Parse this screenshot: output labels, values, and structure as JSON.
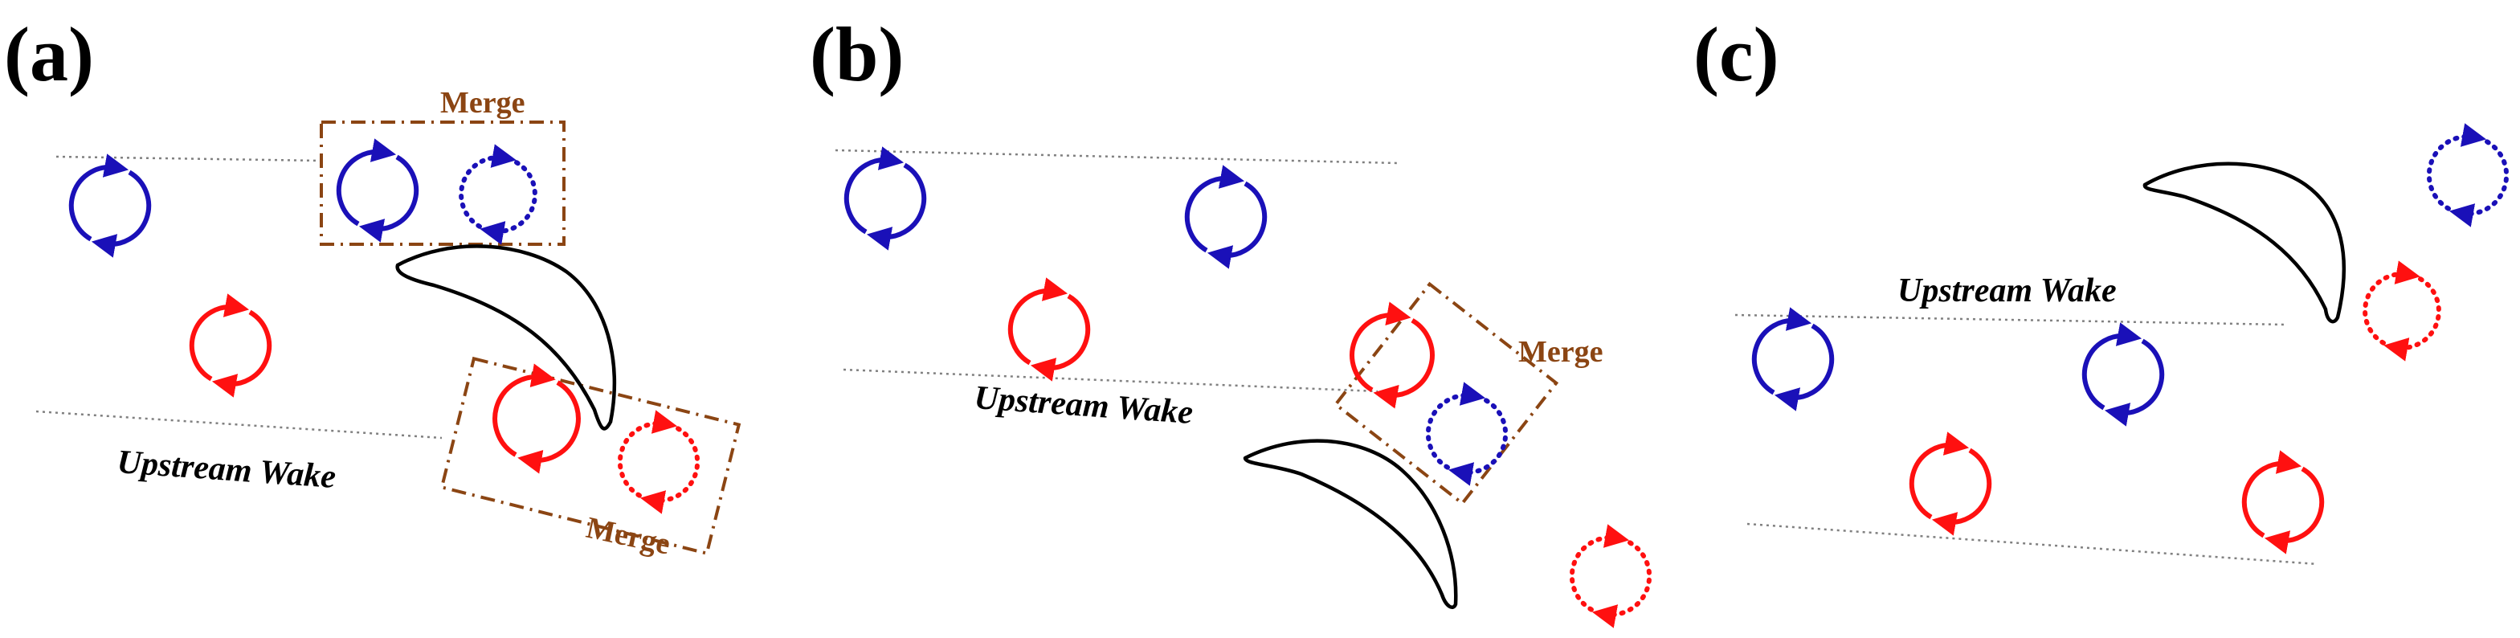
{
  "colors": {
    "blue_vortex": "#1a10b8",
    "red_vortex": "#ff1010",
    "merge_box": "#8b4513",
    "merge_text": "#8b4513",
    "blade": "#000000",
    "wake_line": "#808080"
  },
  "panels": [
    {
      "id": "a",
      "label": "(a)",
      "wake_label": "Upstream Wake",
      "merge_labels": [
        "Merge",
        "Merge"
      ]
    },
    {
      "id": "b",
      "label": "(b)",
      "wake_label": "Upstream Wake",
      "merge_labels": [
        "Merge"
      ]
    },
    {
      "id": "c",
      "label": "(c)",
      "wake_label": "Upstream Wake",
      "merge_labels": []
    }
  ]
}
